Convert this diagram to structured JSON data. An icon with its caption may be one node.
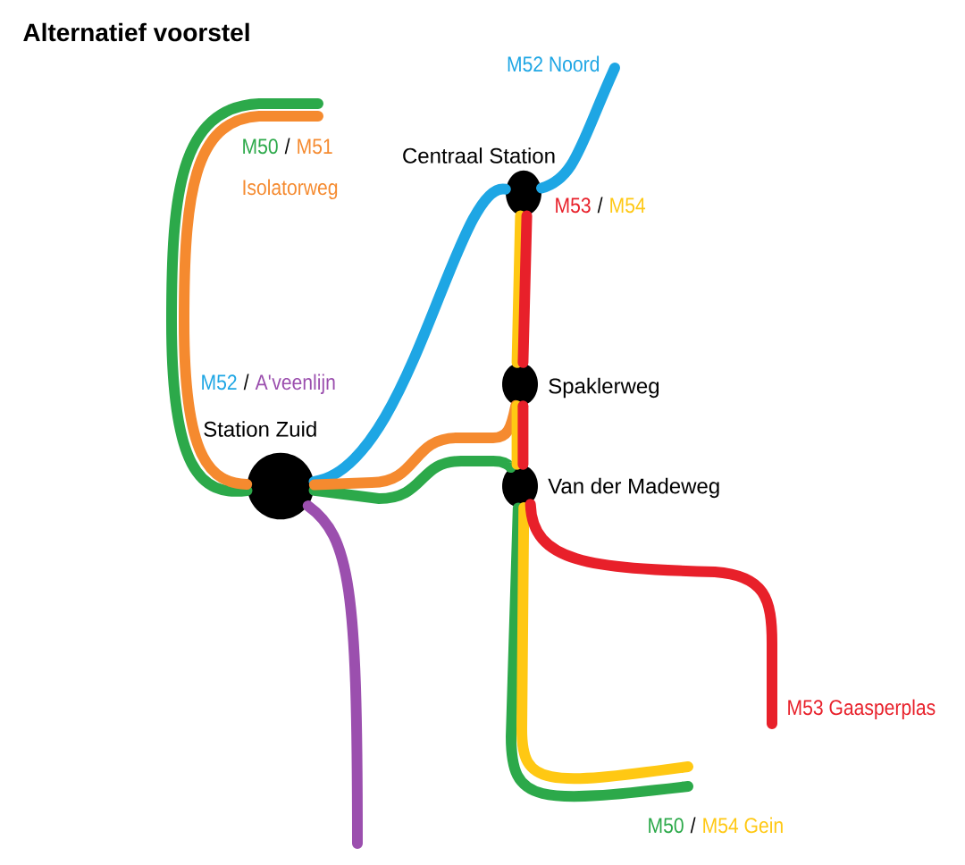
{
  "diagram": {
    "title": "Alternatief voorstel",
    "nodes": [
      {
        "text": [],
        "shape": "circle",
        "beside": [
          "Centraal Station"
        ]
      },
      {
        "text": [],
        "shape": "circle",
        "beside": [
          "Spaklerweg"
        ]
      },
      {
        "text": [],
        "shape": "circle",
        "beside": [
          "Van der Madeweg"
        ]
      },
      {
        "text": [],
        "shape": "circle",
        "beside": [
          "Station Zuid"
        ]
      }
    ],
    "edges": [
      {
        "from": null,
        "to": 0,
        "arrow": "none",
        "color": "#1ea6e4"
      },
      {
        "from": 0,
        "to": 3,
        "arrow": "none",
        "color": "#1ea6e4"
      },
      {
        "from": null,
        "to": 3,
        "arrow": "none",
        "color": "#2ca94a"
      },
      {
        "from": null,
        "to": 3,
        "arrow": "none",
        "color": "#f58a2f"
      },
      {
        "from": 3,
        "to": 2,
        "arrow": "none",
        "color": "#2ca94a"
      },
      {
        "from": 3,
        "to": 1,
        "arrow": "none",
        "color": "#f58a2f"
      },
      {
        "from": 2,
        "to": null,
        "arrow": "none",
        "color": "#2ca94a"
      },
      {
        "from": 0,
        "to": 1,
        "arrow": "none",
        "color": "#ffc813"
      },
      {
        "from": 1,
        "to": 2,
        "arrow": "none",
        "color": "#ffc813"
      },
      {
        "from": 2,
        "to": null,
        "arrow": "none",
        "color": "#ffc813"
      },
      {
        "from": 0,
        "to": 1,
        "arrow": "none",
        "color": "#e8202a"
      },
      {
        "from": 1,
        "to": 2,
        "arrow": "none",
        "color": "#e8202a"
      },
      {
        "from": 2,
        "to": null,
        "arrow": "none",
        "color": "#e8202a"
      },
      {
        "from": 3,
        "to": null,
        "arrow": "none",
        "color": "#9b4fae"
      }
    ],
    "labels": [
      "M52 Noord",
      "M50",
      "/",
      "M51",
      "Isolatorweg",
      "M53",
      "/",
      "M54",
      "M52",
      "/",
      "A'veenlijn",
      "M53 Gaasperplas",
      "M50",
      "/",
      "M54 Gein"
    ]
  }
}
